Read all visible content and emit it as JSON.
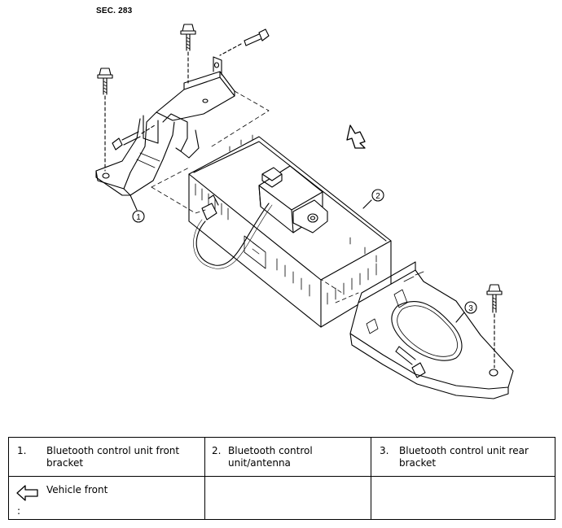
{
  "section_label": "SEC. 283",
  "callouts": [
    "1",
    "2",
    "3"
  ],
  "legend": {
    "rows": [
      [
        {
          "num": "1.",
          "text": "Bluetooth control unit front bracket"
        },
        {
          "num": "2.",
          "text": "Bluetooth control unit/antenna"
        },
        {
          "num": "3.",
          "text": "Bluetooth control unit rear bracket"
        }
      ]
    ],
    "symbol_row": {
      "icon": "vehicle-front-arrow-icon",
      "separator": ":",
      "text": "Vehicle front"
    }
  }
}
